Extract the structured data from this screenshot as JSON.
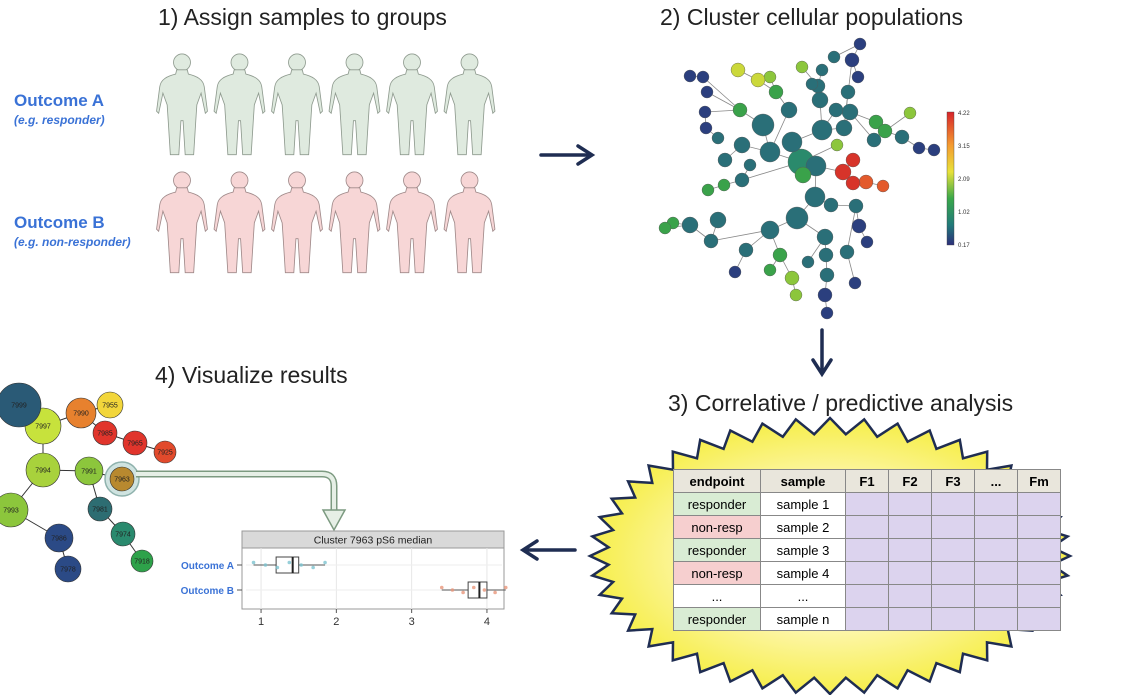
{
  "steps": {
    "step1": "1) Assign samples to groups",
    "step2": "2) Cluster cellular populations",
    "step3": "3) Correlative / predictive analysis",
    "step4": "4) Visualize results"
  },
  "outcomes": {
    "a_title": "Outcome A",
    "a_sub": "(e.g. responder)",
    "b_title": "Outcome B",
    "b_sub": "(e.g. non-responder)"
  },
  "colors": {
    "group_a": "#d9eadb",
    "group_b": "#f6d3d3",
    "accent_blue": "#3a72d6",
    "arrow": "#1f2d52"
  },
  "colorbar": {
    "ticks": [
      "4.22",
      "3.15",
      "2.09",
      "1.02",
      "0.17"
    ]
  },
  "table": {
    "headers": [
      "endpoint",
      "sample",
      "F1",
      "F2",
      "F3",
      "...",
      "Fm"
    ],
    "rows": [
      {
        "endpoint": "responder",
        "sample": "sample 1",
        "kind": "responder"
      },
      {
        "endpoint": "non-resp",
        "sample": "sample 2",
        "kind": "non"
      },
      {
        "endpoint": "responder",
        "sample": "sample 3",
        "kind": "responder"
      },
      {
        "endpoint": "non-resp",
        "sample": "sample 4",
        "kind": "non"
      },
      {
        "endpoint": "...",
        "sample": "...",
        "kind": "none"
      },
      {
        "endpoint": "responder",
        "sample": "sample n",
        "kind": "responder"
      }
    ]
  },
  "tree_nodes": [
    {
      "id": "7999",
      "color": "#2a5a76"
    },
    {
      "id": "7990",
      "color": "#e7812e"
    },
    {
      "id": "7955",
      "color": "#f2d63b"
    },
    {
      "id": "7997",
      "color": "#c7e23c"
    },
    {
      "id": "7985",
      "color": "#e1352c"
    },
    {
      "id": "7965",
      "color": "#e1352c"
    },
    {
      "id": "7925",
      "color": "#e24a2c"
    },
    {
      "id": "7994",
      "color": "#a8d23c"
    },
    {
      "id": "7991",
      "color": "#8cc63c"
    },
    {
      "id": "7963",
      "color": "#b8892f"
    },
    {
      "id": "7993",
      "color": "#8cc63c"
    },
    {
      "id": "7981",
      "color": "#2d6d72"
    },
    {
      "id": "7986",
      "color": "#2b4a86"
    },
    {
      "id": "7974",
      "color": "#2a8a6e"
    },
    {
      "id": "7918",
      "color": "#2ea24a"
    },
    {
      "id": "7978",
      "color": "#2b4a86"
    }
  ],
  "chart_data": {
    "type": "boxplot",
    "title": "Cluster 7963 pS6 median",
    "categories": [
      "Outcome A",
      "Outcome B"
    ],
    "xticks": [
      1,
      2,
      3,
      4
    ],
    "xlim": [
      0.8,
      4.2
    ],
    "series": [
      {
        "name": "Outcome A",
        "min": 0.9,
        "q1": 1.2,
        "median": 1.42,
        "q3": 1.5,
        "max": 1.85
      },
      {
        "name": "Outcome B",
        "min": 3.4,
        "q1": 3.75,
        "median": 3.9,
        "q3": 4.0,
        "max": 4.25
      }
    ]
  }
}
